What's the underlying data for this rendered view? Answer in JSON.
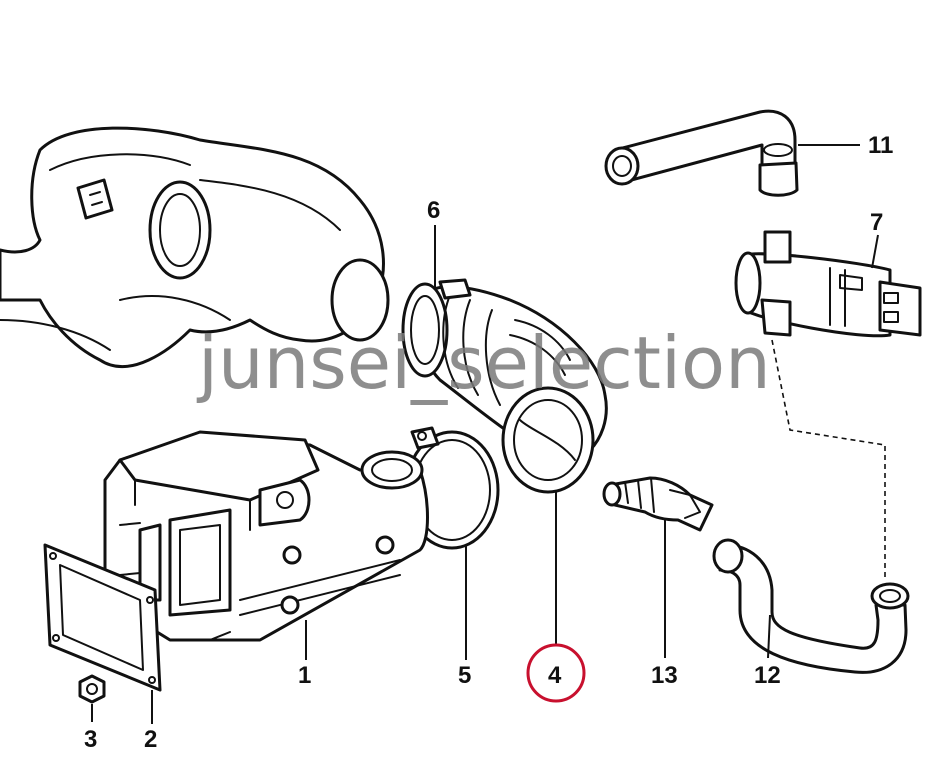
{
  "watermark": "junsei_selection",
  "highlight_color": "#c8102e",
  "highlighted_part": "4",
  "callouts": {
    "p1": "1",
    "p2": "2",
    "p3": "3",
    "p4": "4",
    "p5": "5",
    "p6": "6",
    "p7": "7",
    "p11": "11",
    "p12": "12",
    "p13": "13"
  }
}
